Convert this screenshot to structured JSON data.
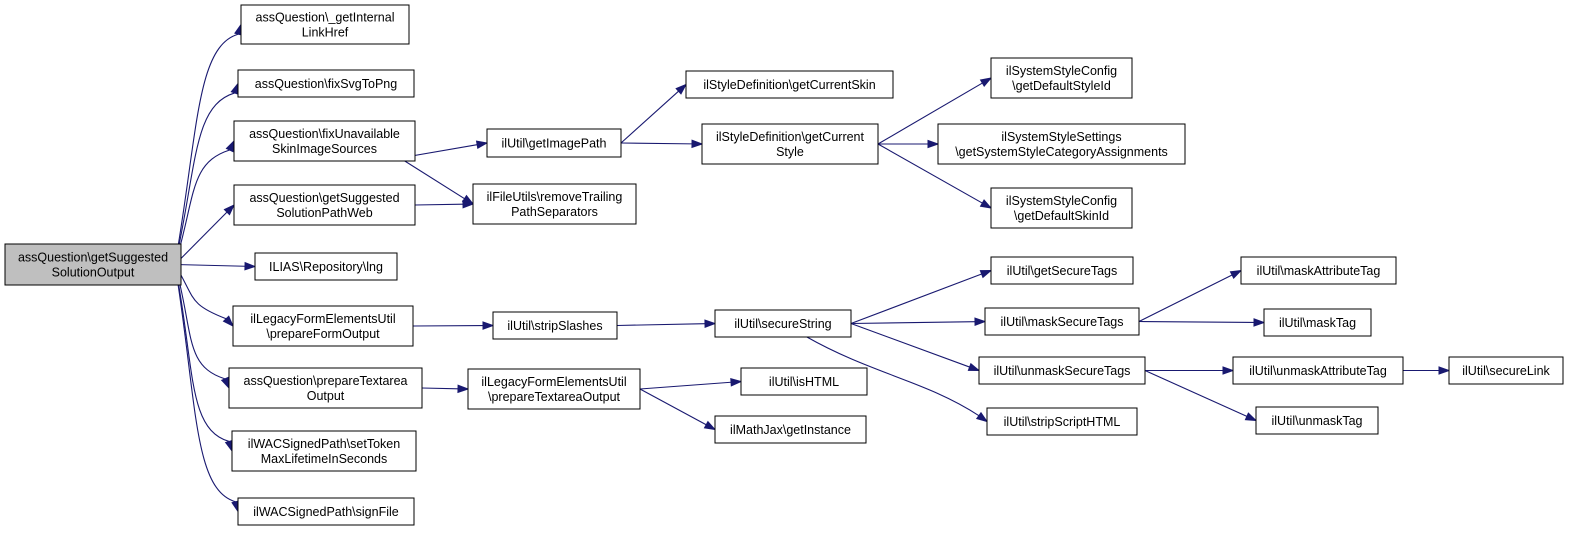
{
  "graph": {
    "edge_color": "#191970",
    "root_fill": "#bfbfbf",
    "nodes": [
      {
        "id": "n0",
        "lines": [
          "assQuestion\\getSuggested",
          "SolutionOutput"
        ],
        "root": true
      },
      {
        "id": "n1",
        "lines": [
          "assQuestion\\_getInternal",
          "LinkHref"
        ]
      },
      {
        "id": "n2",
        "lines": [
          "assQuestion\\fixSvgToPng"
        ]
      },
      {
        "id": "n3",
        "lines": [
          "assQuestion\\fixUnavailable",
          "SkinImageSources"
        ]
      },
      {
        "id": "n4",
        "lines": [
          "assQuestion\\getSuggested",
          "SolutionPathWeb"
        ]
      },
      {
        "id": "n5",
        "lines": [
          "ILIAS\\Repository\\lng"
        ]
      },
      {
        "id": "n6",
        "lines": [
          "ilLegacyFormElementsUtil",
          "\\prepareFormOutput"
        ]
      },
      {
        "id": "n7",
        "lines": [
          "assQuestion\\prepareTextarea",
          "Output"
        ]
      },
      {
        "id": "n8",
        "lines": [
          "ilWACSignedPath\\setToken",
          "MaxLifetimeInSeconds"
        ]
      },
      {
        "id": "n9",
        "lines": [
          "ilWACSignedPath\\signFile"
        ]
      },
      {
        "id": "n10",
        "lines": [
          "ilUtil\\getImagePath"
        ]
      },
      {
        "id": "n11",
        "lines": [
          "ilFileUtils\\removeTrailing",
          "PathSeparators"
        ]
      },
      {
        "id": "n12",
        "lines": [
          "ilStyleDefinition\\getCurrentSkin"
        ]
      },
      {
        "id": "n13",
        "lines": [
          "ilStyleDefinition\\getCurrent",
          "Style"
        ]
      },
      {
        "id": "n14",
        "lines": [
          "ilSystemStyleConfig",
          "\\getDefaultStyleId"
        ]
      },
      {
        "id": "n15",
        "lines": [
          "ilSystemStyleSettings",
          "\\getSystemStyleCategoryAssignments"
        ]
      },
      {
        "id": "n16",
        "lines": [
          "ilSystemStyleConfig",
          "\\getDefaultSkinId"
        ]
      },
      {
        "id": "n17",
        "lines": [
          "ilUtil\\stripSlashes"
        ]
      },
      {
        "id": "n18",
        "lines": [
          "ilUtil\\secureString"
        ]
      },
      {
        "id": "n19",
        "lines": [
          "ilUtil\\getSecureTags"
        ]
      },
      {
        "id": "n20",
        "lines": [
          "ilUtil\\maskSecureTags"
        ]
      },
      {
        "id": "n21",
        "lines": [
          "ilUtil\\unmaskSecureTags"
        ]
      },
      {
        "id": "n22",
        "lines": [
          "ilUtil\\stripScriptHTML"
        ]
      },
      {
        "id": "n23",
        "lines": [
          "ilUtil\\maskAttributeTag"
        ]
      },
      {
        "id": "n24",
        "lines": [
          "ilUtil\\maskTag"
        ]
      },
      {
        "id": "n25",
        "lines": [
          "ilUtil\\unmaskAttributeTag"
        ]
      },
      {
        "id": "n26",
        "lines": [
          "ilUtil\\unmaskTag"
        ]
      },
      {
        "id": "n27",
        "lines": [
          "ilUtil\\secureLink"
        ]
      },
      {
        "id": "n28",
        "lines": [
          "ilLegacyFormElementsUtil",
          "\\prepareTextareaOutput"
        ]
      },
      {
        "id": "n29",
        "lines": [
          "ilUtil\\isHTML"
        ]
      },
      {
        "id": "n30",
        "lines": [
          "ilMathJax\\getInstance"
        ]
      }
    ],
    "edges": [
      [
        "n0",
        "n1"
      ],
      [
        "n0",
        "n2"
      ],
      [
        "n0",
        "n3"
      ],
      [
        "n0",
        "n4"
      ],
      [
        "n0",
        "n5"
      ],
      [
        "n0",
        "n6"
      ],
      [
        "n0",
        "n7"
      ],
      [
        "n0",
        "n8"
      ],
      [
        "n0",
        "n9"
      ],
      [
        "n3",
        "n10"
      ],
      [
        "n3",
        "n11"
      ],
      [
        "n4",
        "n11"
      ],
      [
        "n10",
        "n12"
      ],
      [
        "n10",
        "n13"
      ],
      [
        "n13",
        "n14"
      ],
      [
        "n13",
        "n15"
      ],
      [
        "n13",
        "n16"
      ],
      [
        "n6",
        "n17"
      ],
      [
        "n17",
        "n18"
      ],
      [
        "n18",
        "n19"
      ],
      [
        "n18",
        "n20"
      ],
      [
        "n18",
        "n21"
      ],
      [
        "n18",
        "n22"
      ],
      [
        "n20",
        "n23"
      ],
      [
        "n20",
        "n24"
      ],
      [
        "n21",
        "n25"
      ],
      [
        "n21",
        "n26"
      ],
      [
        "n25",
        "n27"
      ],
      [
        "n7",
        "n28"
      ],
      [
        "n28",
        "n29"
      ],
      [
        "n28",
        "n30"
      ]
    ]
  }
}
